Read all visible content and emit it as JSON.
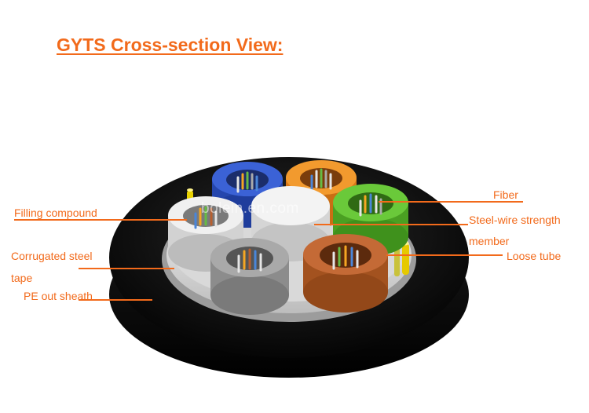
{
  "title": "GYTS Cross-section View:",
  "watermark": "bolein.en.com",
  "labels": {
    "filling_compound": "Filling compound",
    "corrugated_steel_line1": "Corrugated steel",
    "corrugated_steel_line2": "tape",
    "pe_out_sheath": "PE out sheath",
    "fiber": "Fiber",
    "steel_wire_line1": "Steel-wire strength",
    "steel_wire_line2": "member",
    "loose_tube": "Loose tube"
  },
  "colors": {
    "accent": "#f26a1b",
    "sheath": "#111111",
    "tube_blue": "#2f55c8",
    "tube_orange": "#ef8f1f",
    "tube_green": "#58b62c",
    "tube_white": "#e8e8e8",
    "tube_gray": "#9a9a9a",
    "tube_brown": "#b85f2e"
  }
}
